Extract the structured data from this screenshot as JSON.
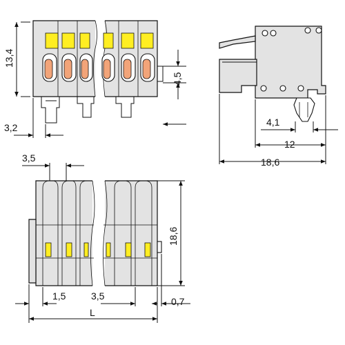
{
  "dimensions": {
    "height_top": "13,4",
    "clip_height": "4,5",
    "offset_left": "3,2",
    "side_pin": "4,1",
    "side_depth": "12",
    "side_total": "18,6",
    "pitch": "3,5",
    "bottom_height": "18,6",
    "bottom_left_offset": "1,5",
    "bottom_pitch": "3,5",
    "bottom_right_offset": "0,7",
    "length": "L"
  }
}
